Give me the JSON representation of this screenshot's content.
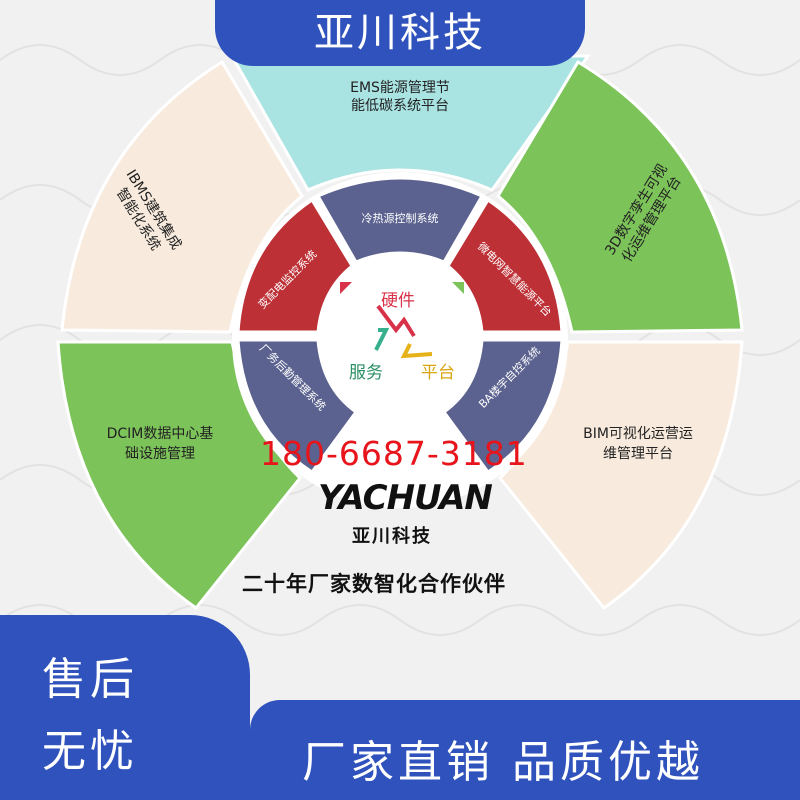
{
  "banner": {
    "title": "亚川科技"
  },
  "outer_segments": {
    "top": [
      "EMS能源管理节",
      "能低碳系统平台"
    ],
    "top_left": [
      "IBMS建筑集成",
      "智能化系统"
    ],
    "top_right": [
      "3D数字孪生可视",
      "化运维管理平台"
    ],
    "left": [
      "DCIM数据中心基",
      "础设施管理"
    ],
    "right": [
      "BIM可视化运营运",
      "维管理平台"
    ]
  },
  "inner_segments": {
    "top": "冷热源控制系统",
    "upper_left": "变配电监控系统",
    "upper_right": "微电网智慧能源平台",
    "lower_left": "厂务后勤管理系统",
    "lower_right": "BA楼宇自控系统"
  },
  "center": {
    "hardware": "硬件",
    "service": "服务",
    "platform": "平台"
  },
  "phone": "180-6687-3181",
  "logo": {
    "text": "YACHUAN",
    "sub": "亚川科技"
  },
  "slogan": "二十年厂家数智化合作伙伴",
  "corner": {
    "line1": "售后",
    "line2": "无忧"
  },
  "bottom_band": "厂家直销 品质优越",
  "colors": {
    "banner_blue": "#2f52bd",
    "outer_cyan": "#a9e3e2",
    "outer_cream": "#f8ebde",
    "outer_green": "#7cc35a",
    "inner_slate": "#5b628f",
    "inner_red": "#bd3036",
    "phone_red": "#e8141c"
  }
}
